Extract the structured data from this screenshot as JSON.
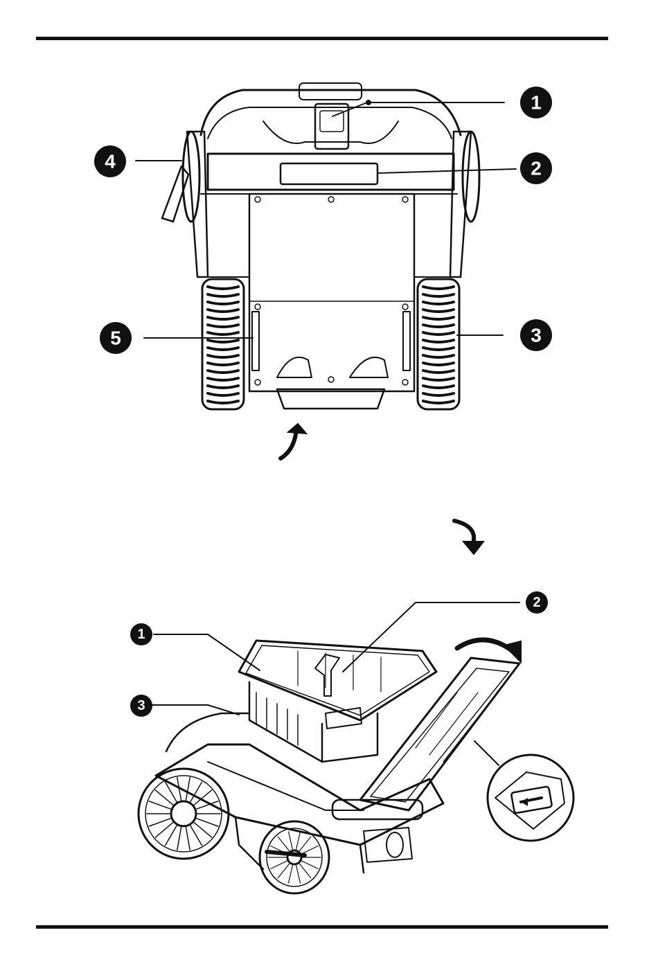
{
  "top_view": {
    "callouts": [
      {
        "id": "callout-1",
        "label": "1"
      },
      {
        "id": "callout-2",
        "label": "2"
      },
      {
        "id": "callout-3",
        "label": "3"
      },
      {
        "id": "callout-4",
        "label": "4"
      },
      {
        "id": "callout-5",
        "label": "5"
      }
    ]
  },
  "open_view": {
    "callouts": [
      {
        "id": "callout-open-1",
        "label": "1"
      },
      {
        "id": "callout-open-2",
        "label": "2"
      },
      {
        "id": "callout-open-3",
        "label": "3"
      }
    ]
  },
  "colors": {
    "ink": "#111111",
    "background": "#ffffff"
  }
}
